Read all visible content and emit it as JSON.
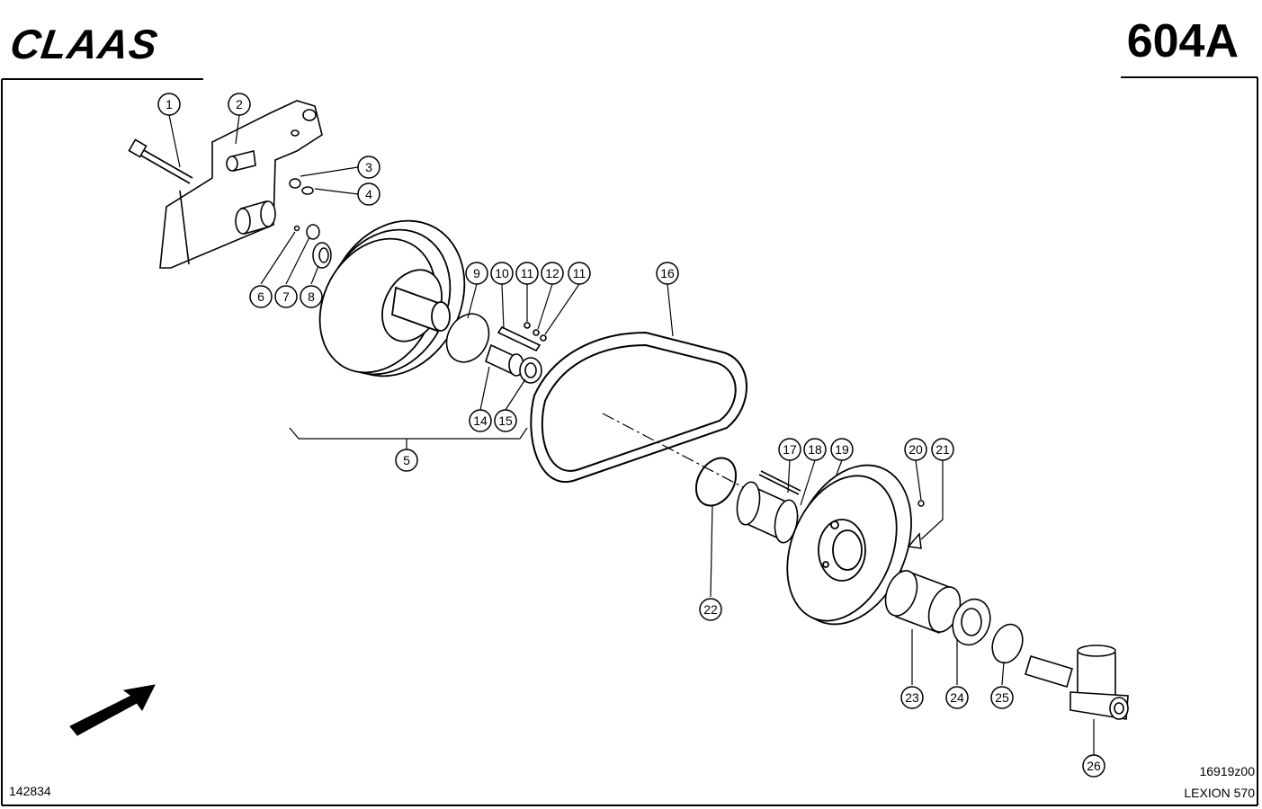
{
  "header": {
    "brand": "CLAAS",
    "sheet_number": "604A"
  },
  "footer": {
    "left_code": "142834",
    "drawing_code": "16919z00",
    "model": "LEXION 570"
  },
  "callouts": [
    "1",
    "2",
    "3",
    "4",
    "5",
    "6",
    "7",
    "8",
    "9",
    "10",
    "11",
    "12",
    "11",
    "14",
    "15",
    "16",
    "17",
    "18",
    "19",
    "20",
    "21",
    "22",
    "23",
    "24",
    "25",
    "26"
  ]
}
